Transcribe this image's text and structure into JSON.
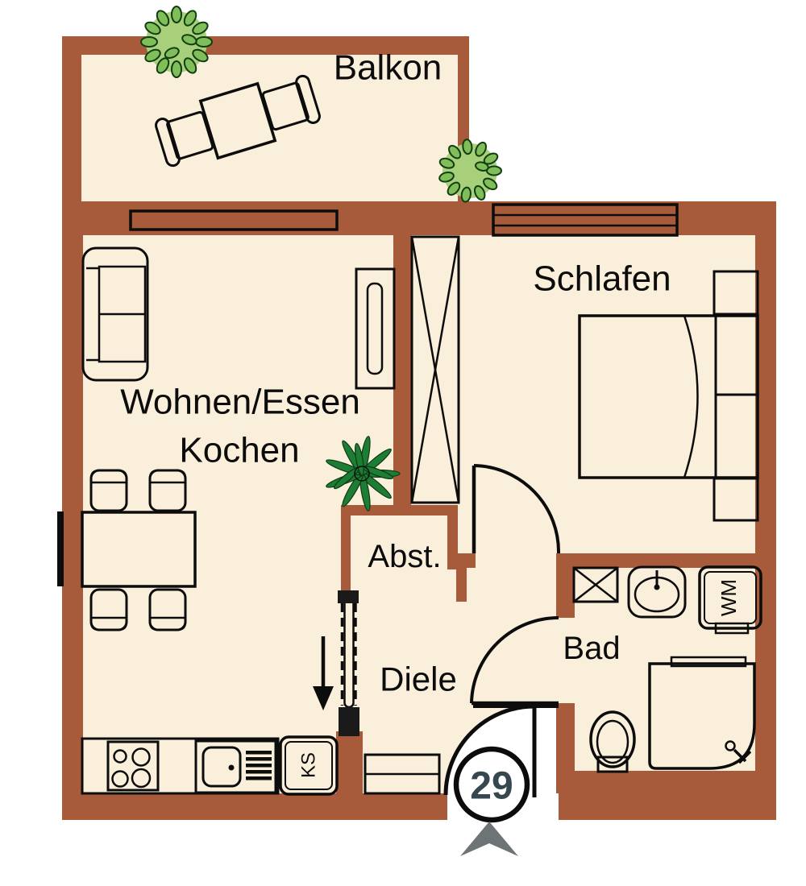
{
  "floorplan": {
    "title": "apartment-floor-plan",
    "unit_number": "29",
    "rooms": {
      "balkon": {
        "label": "Balkon"
      },
      "wohnen": {
        "label_line1": "Wohnen/Essen",
        "label_line2": "Kochen"
      },
      "schlafen": {
        "label": "Schlafen"
      },
      "abstellraum": {
        "label": "Abst."
      },
      "diele": {
        "label": "Diele"
      },
      "bad": {
        "label": "Bad"
      }
    },
    "appliances": {
      "refrigerator_abbr": "KS",
      "washing_machine_abbr": "WM"
    },
    "furniture_icons": [
      "balcony-table-and-chairs",
      "bush-plant",
      "sofa",
      "tv-board",
      "palm-plant",
      "dining-table-four-chairs",
      "kitchen-stove",
      "kitchen-sink",
      "refrigerator",
      "hall-cabinet",
      "wardrobe",
      "double-bed",
      "nightstands",
      "vent-box",
      "washbasin",
      "washing-machine",
      "shower",
      "toilet",
      "sliding-door",
      "door-swing-arcs",
      "entrance-arrow",
      "unit-number-badge"
    ]
  },
  "colors": {
    "wall": "#a75b3a",
    "floor": "#f9efda",
    "outside": "#ffffff",
    "orange": "#f0a85c",
    "orangedark": "#ee9d52",
    "orangelight": "#f3b577",
    "orangeband": "#efa153",
    "cabinetlow": "#ed9a45",
    "yellow": "#f6d96f",
    "olive": "#a2a73b",
    "bedlight": "#edefb4",
    "fixture": "#f3f0c5",
    "appliancegray": "#c9c9c6",
    "basingray": "#deded8",
    "countergray": "#eaeae8",
    "burnergray": "#a9aaa8",
    "badgetext": "#37474f",
    "arrowgray": "#6e7475",
    "bushbase": "#a8cf79",
    "bushleaf": "#7fbe58",
    "bushline": "#123d12",
    "palmgreen": "#1e7d35",
    "potbrown": "#7c4a2b"
  }
}
